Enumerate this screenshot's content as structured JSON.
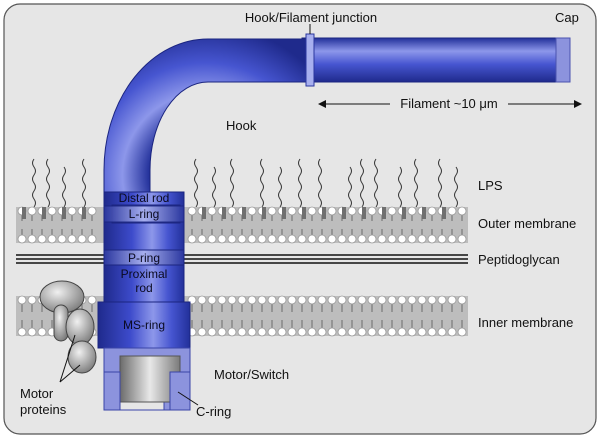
{
  "labels": {
    "hook_filament_junction": "Hook/Filament junction",
    "cap": "Cap",
    "filament": "Filament ~10 μm",
    "hook": "Hook",
    "lps": "LPS",
    "outer_membrane": "Outer membrane",
    "peptidoglycan": "Peptidoglycan",
    "inner_membrane": "Inner membrane",
    "motor_switch": "Motor/Switch",
    "c_ring": "C-ring",
    "motor_proteins_line1": "Motor",
    "motor_proteins_line2": "proteins"
  },
  "parts": {
    "distal_rod": "Distal rod",
    "l_ring": "L-ring",
    "p_ring": "P-ring",
    "proximal_rod_line1": "Proximal",
    "proximal_rod_line2": "rod",
    "ms_ring": "MS-ring"
  },
  "colors": {
    "flagellum_dark": "#1f2a8c",
    "flagellum_mid": "#3a48c8",
    "flagellum_light": "#9aa3ee",
    "cap": "#8c93dd",
    "c_ring": "#7f86d8",
    "membrane": "#bdbdbd",
    "lipid_head": "#ffffff",
    "motor_protein": "#9c9c9c",
    "background": "#e6e6e6"
  }
}
